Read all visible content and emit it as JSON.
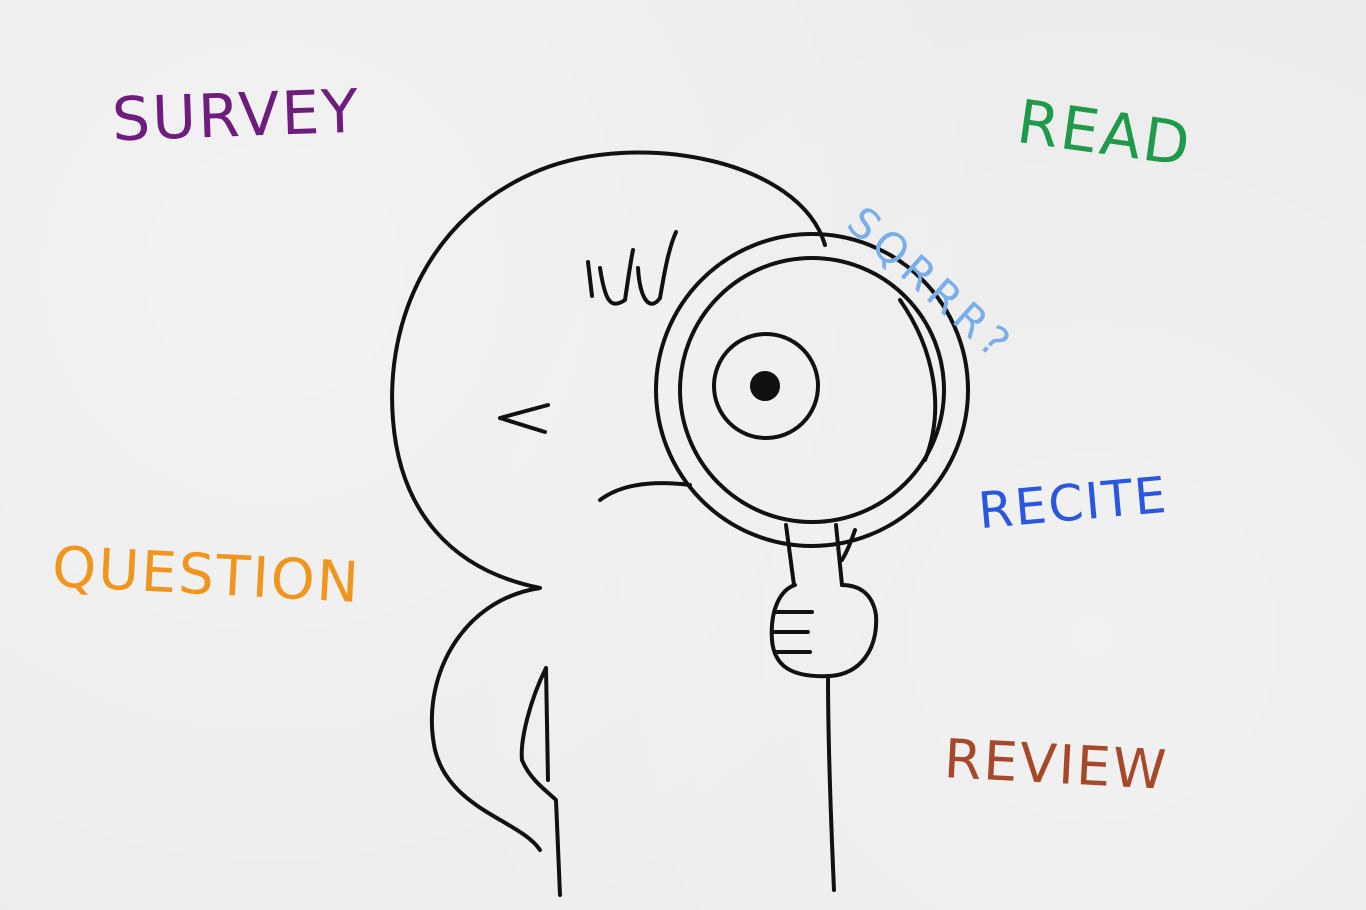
{
  "words": {
    "survey": "SURVEY",
    "read": "READ",
    "sqrrr": "SQRRR?",
    "recite": "RECITE",
    "question": "QUESTION",
    "review": "REVIEW"
  },
  "colors": {
    "survey": "#6e1d7e",
    "read": "#1f9a4a",
    "sqrrr": "#7aaee8",
    "recite": "#2a56e0",
    "question": "#f0961e",
    "review": "#a6492a",
    "ink": "#111111",
    "paper": "#ececec"
  },
  "icons": {
    "figure": "cartoon-person-with-magnifying-glass-icon"
  }
}
